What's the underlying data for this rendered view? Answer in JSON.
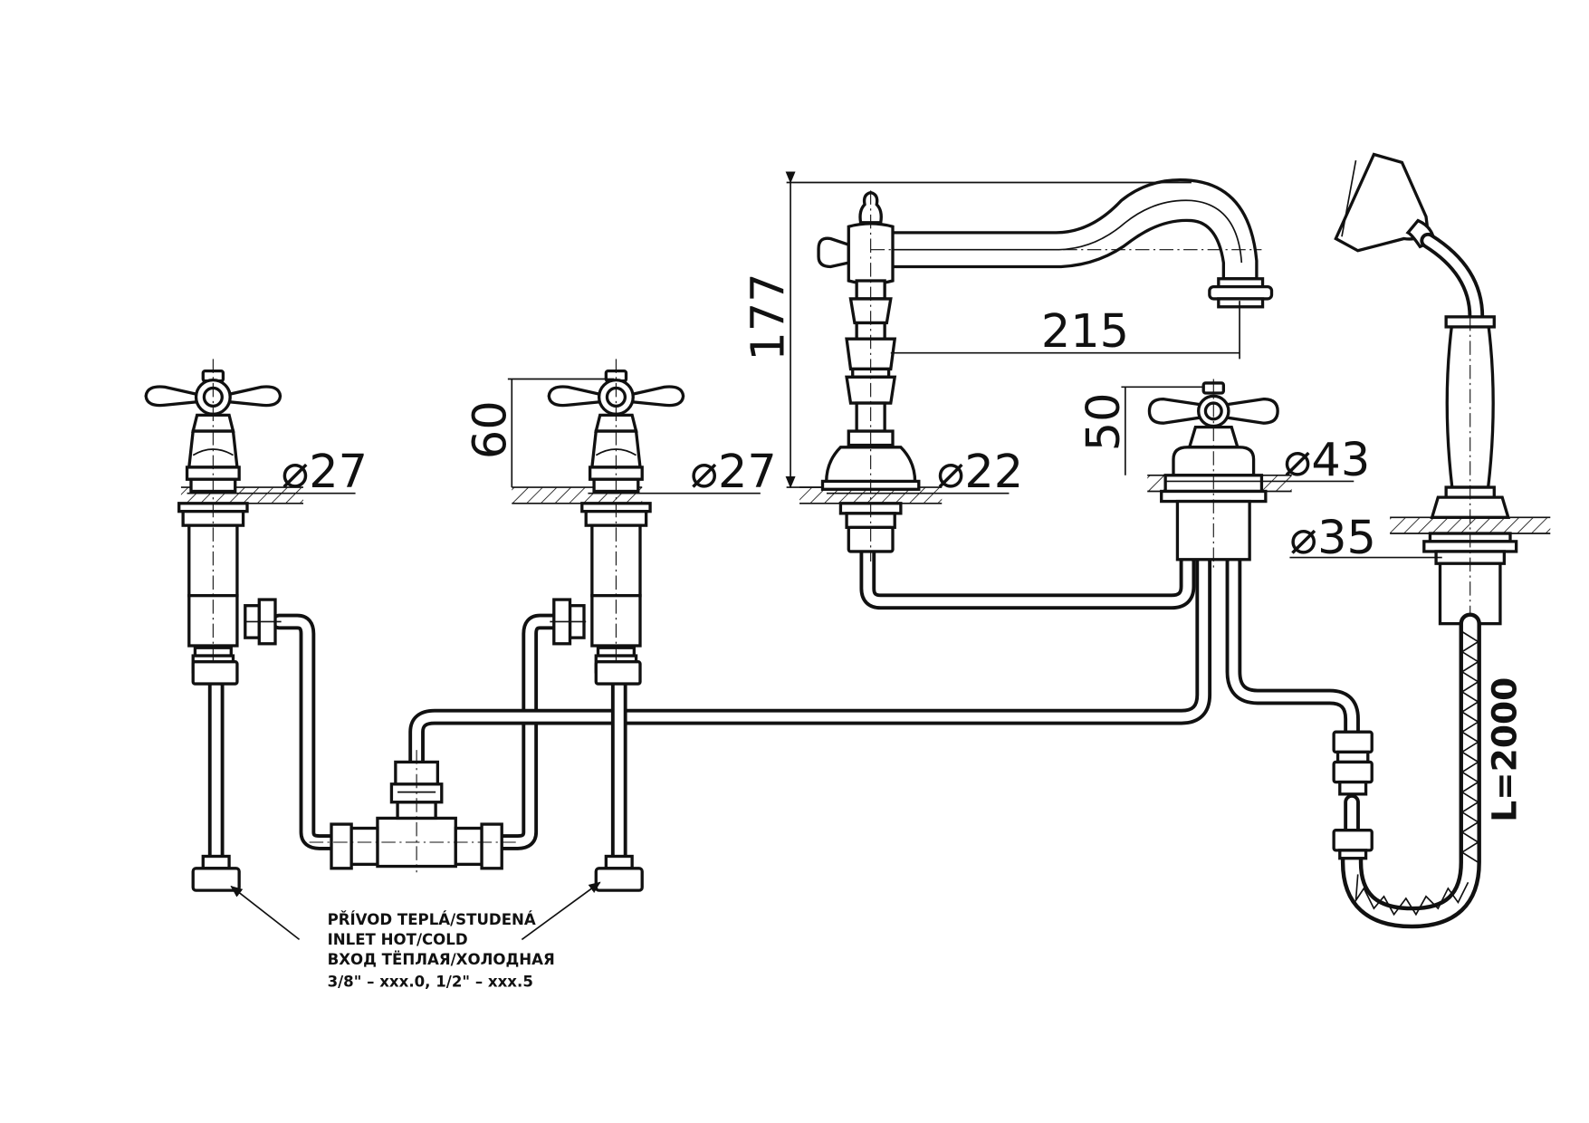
{
  "dimensions": {
    "height_spout": "177",
    "reach_spout": "215",
    "height_valve": "60",
    "height_diverter": "50",
    "dia_left_valve": "⌀27",
    "dia_mid_valve": "⌀27",
    "dia_spout": "⌀22",
    "dia_diverter": "⌀43",
    "dia_shower": "⌀35",
    "hose_length": "L=2000"
  },
  "note": {
    "line1": "PŘÍVOD TEPLÁ/STUDENÁ",
    "line2": "INLET HOT/COLD",
    "line3": "ВХОД ТЁПЛАЯ/ХОЛОДНАЯ",
    "line4": "3/8\" – xxx.0, 1/2\" – xxx.5"
  }
}
